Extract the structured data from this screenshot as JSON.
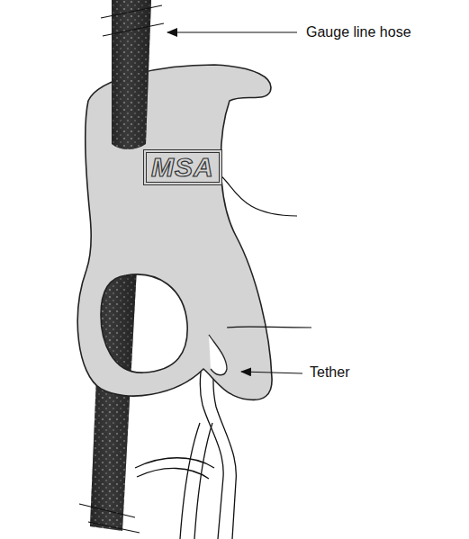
{
  "diagram": {
    "labels": [
      "Gauge line hose",
      "MSA",
      "Tether"
    ]
  }
}
